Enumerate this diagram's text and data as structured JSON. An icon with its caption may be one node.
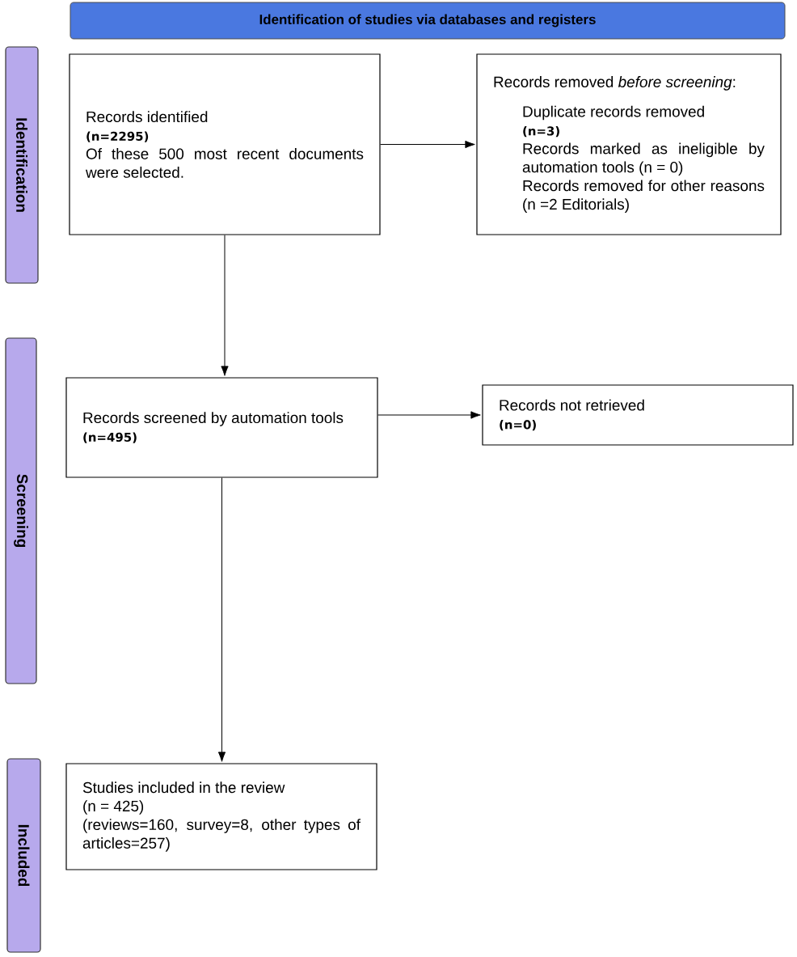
{
  "diagram": {
    "nodes": [
      {
        "text": [
          "Identification of studies via databases and registers"
        ]
      },
      {
        "text": [
          "Identification"
        ]
      },
      {
        "text": [
          "Records identified",
          "(n=2295)",
          "Of these 500 most recent documents were selected."
        ]
      },
      {
        "text": [
          "Records removed *before screening*:",
          "Duplicate records removed",
          "(n=3)",
          "Records marked as ineligible by automation tools (n = 0)",
          "Records removed for other reasons (n =2 Editorials)"
        ]
      },
      {
        "text": [
          "Screening"
        ]
      },
      {
        "text": [
          "Records screened by automation tools",
          "(n=495)"
        ]
      },
      {
        "text": [
          "Records not retrieved",
          "(n=0)"
        ]
      },
      {
        "text": [
          "Included"
        ]
      },
      {
        "text": [
          "Studies included in the review",
          "(n = 425)",
          "(reviews=160, survey=8, other types of articles=257)"
        ]
      }
    ],
    "edges": [
      {
        "from": 2,
        "to": 3,
        "arrow": "to"
      },
      {
        "from": 2,
        "to": 5,
        "arrow": "to"
      },
      {
        "from": 5,
        "to": 6,
        "arrow": "to"
      },
      {
        "from": 5,
        "to": 8,
        "arrow": "to"
      }
    ]
  }
}
